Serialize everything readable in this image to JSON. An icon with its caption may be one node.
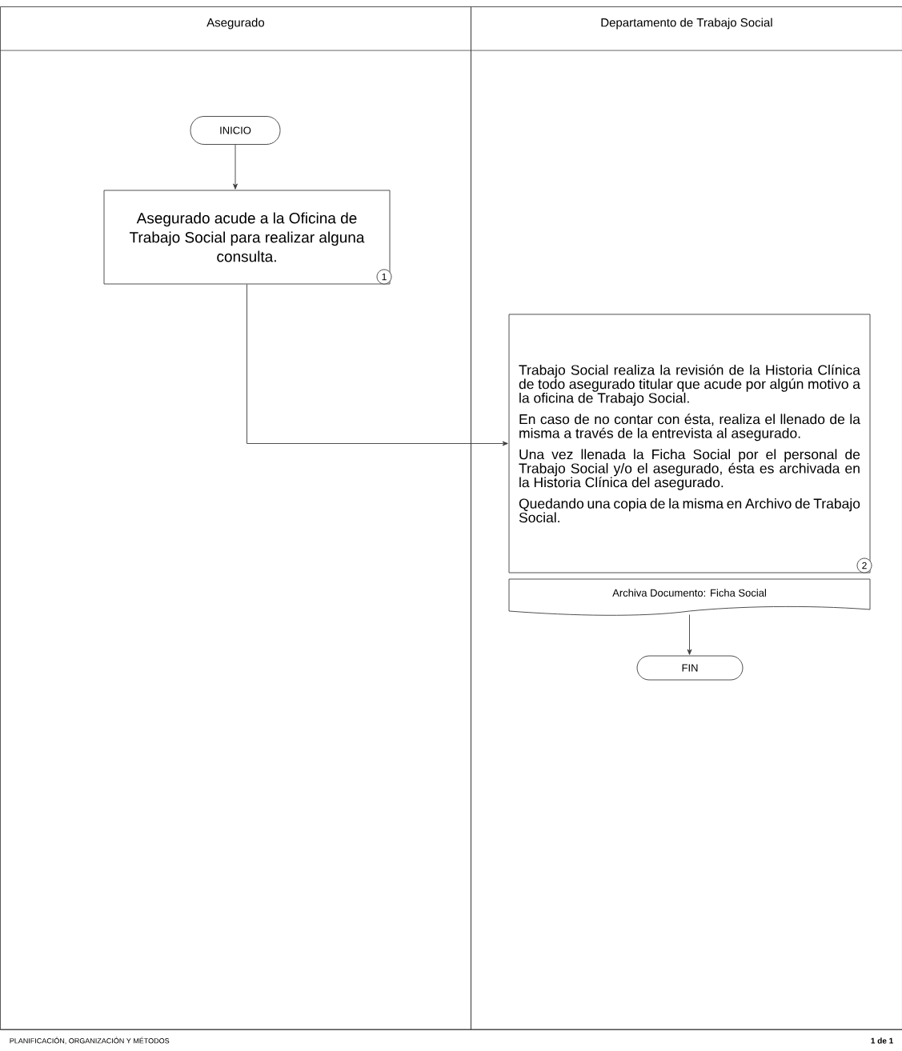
{
  "diagram": {
    "nodes": [
      {
        "text": [
          "Asegurado"
        ]
      },
      {
        "text": [
          "Departamento de Trabajo Social"
        ]
      },
      {
        "text": [
          "INICIO"
        ],
        "in": 0
      },
      {
        "text": [
          "Asegurado acude a la Oficina de Trabajo Social para realizar alguna consulta.",
          "1"
        ],
        "in": 0
      },
      {
        "text": [
          "Trabajo Social realiza la revisión de la Historia Clínica de todo asegurado titular que acude por algún motivo a la oficina de Trabajo Social.",
          "En caso de no contar con ésta, realiza el llenado de la misma a través de la entrevista al asegurado.",
          "Una vez llenada la Ficha Social por el personal de Trabajo Social y/o el asegurado, ésta es archivada en la Historia Clínica del asegurado.",
          "Quedando una copia de la misma en Archivo de Trabajo Social.",
          "2"
        ],
        "in": 1
      },
      {
        "text": [
          "Archiva Documento: Ficha Social"
        ],
        "in": 1
      },
      {
        "text": [
          "FIN"
        ],
        "in": 1
      }
    ],
    "edges": [
      {
        "from": 2,
        "to": 3,
        "arrow": "to"
      },
      {
        "from": 3,
        "to": 4,
        "arrow": "to"
      },
      {
        "from": 5,
        "to": 6,
        "arrow": "to"
      }
    ],
    "labels": [
      "PLANIFICACIÓN, ORGANIZACIÓN Y MÉTODOS",
      "1 de 1"
    ]
  }
}
